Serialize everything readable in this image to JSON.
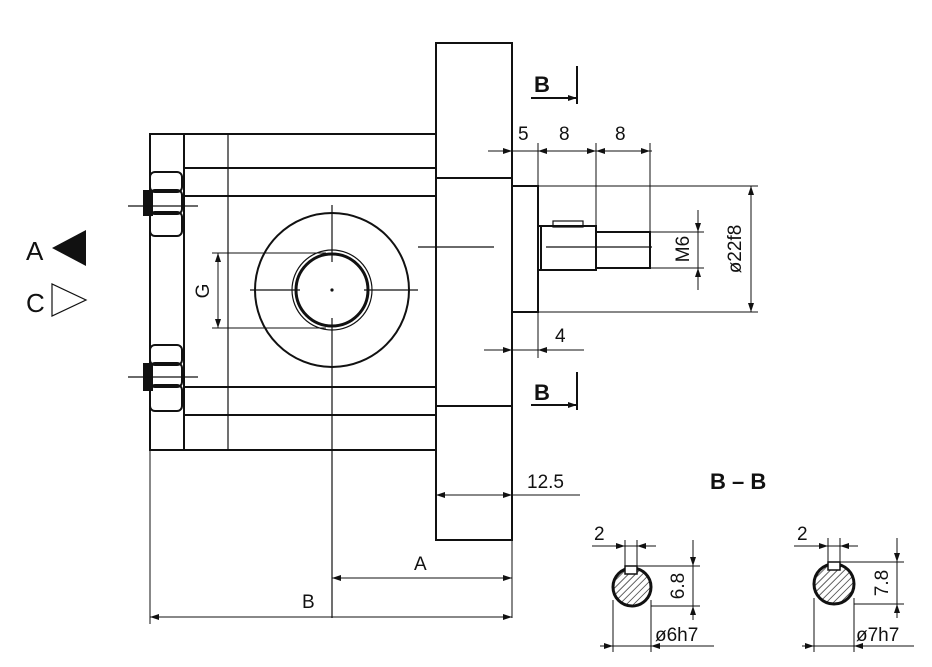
{
  "view_labels": {
    "a_label": "A",
    "c_label": "C",
    "section_mark_top": "B",
    "section_mark_bottom": "B",
    "section_title": "B – B"
  },
  "icons": {
    "a_marker": "filled-left-triangle",
    "c_marker": "outline-right-triangle"
  },
  "dimensions": {
    "d5": "5",
    "d8a": "8",
    "d8b": "8",
    "d4": "4",
    "d12_5": "12.5",
    "m6": "M6",
    "phi22": "ø22f8",
    "g": "G",
    "a": "A",
    "b": "B"
  },
  "sections": [
    {
      "key_width": "2",
      "height": "6.8",
      "diameter": "ø6h7"
    },
    {
      "key_width": "2",
      "height": "7.8",
      "diameter": "ø7h7"
    }
  ]
}
